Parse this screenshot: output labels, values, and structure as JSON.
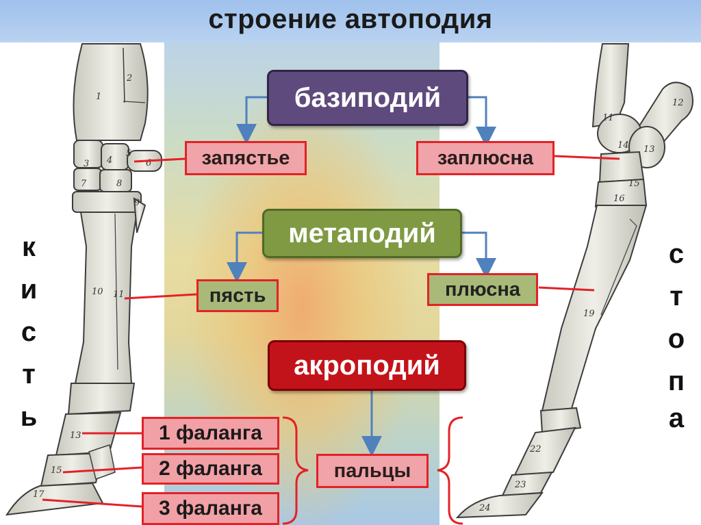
{
  "title": "строение автоподия",
  "sections": {
    "basipodium": {
      "label": "базиподий",
      "left": "запястье",
      "right": "заплюсна"
    },
    "metapodium": {
      "label": "метаподий",
      "left": "пясть",
      "right": "плюсна"
    },
    "acropodium": {
      "label": "акроподий",
      "target": "пальцы"
    }
  },
  "phalanges": [
    "1 фаланга",
    "2 фаланга",
    "3 фаланга"
  ],
  "side_labels": {
    "left": [
      "к",
      "и",
      "с",
      "т",
      "ь"
    ],
    "right": [
      "с",
      "т",
      "о",
      "п",
      "а"
    ]
  },
  "forelimb_numbers": [
    "1",
    "2",
    "3",
    "4",
    "5",
    "6",
    "7",
    "8",
    "9",
    "10",
    "11",
    "13",
    "15",
    "17"
  ],
  "hindlimb_numbers": [
    "11",
    "12",
    "13",
    "14",
    "15",
    "16",
    "19",
    "22",
    "23",
    "24"
  ],
  "colors": {
    "arrow": "#4f81bd",
    "leader": "#e32127",
    "bone": "#d9d9d0",
    "bone_outline": "#3c3c3c"
  }
}
